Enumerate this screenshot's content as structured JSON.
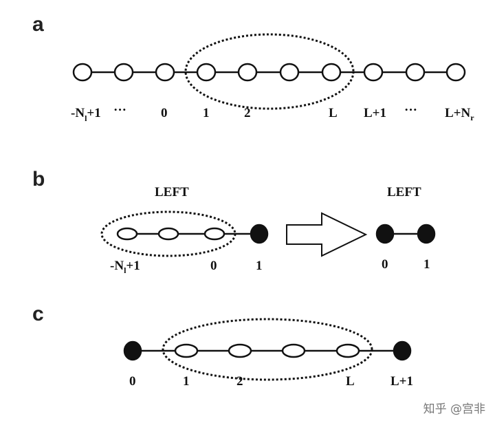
{
  "panels": {
    "a": {
      "letter": "a",
      "labels": [
        "-N",
        "l",
        "+1",
        "···",
        "0",
        "1",
        "2",
        "L",
        "L+1",
        "···",
        "L+N",
        "r"
      ]
    },
    "b": {
      "letter": "b",
      "left_title": "LEFT",
      "right_title": "LEFT",
      "left_labels": [
        "-N",
        "l",
        "+1",
        "0",
        "1"
      ],
      "right_labels": [
        "0",
        "1"
      ]
    },
    "c": {
      "letter": "c",
      "labels": [
        "0",
        "1",
        "2",
        "L",
        "L+1"
      ]
    }
  },
  "watermark": "知乎 @宫非"
}
